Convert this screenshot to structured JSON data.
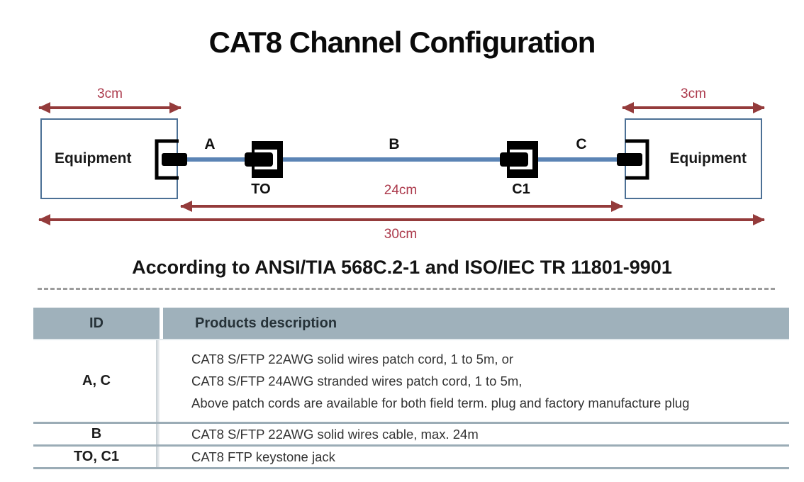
{
  "title": "CAT8 Channel Configuration",
  "standard_note": "According to ANSI/TIA 568C.2-1 and ISO/IEC TR 11801-9901",
  "colors": {
    "dimension_arrow": "#943B3B",
    "dimension_label": "#AC3A4C",
    "cable_blue": "#5B84B5",
    "equipment_border": "#4C7095",
    "table_header_bg": "#9FB1BB",
    "row_separator": "#9BACB6"
  },
  "diagram": {
    "equipment_left_label": "Equipment",
    "equipment_right_label": "Equipment",
    "segment_a_label": "A",
    "segment_b_label": "B",
    "segment_c_label": "C",
    "connector_to_label": "TO",
    "connector_c1_label": "C1",
    "dim_left_equipment": "3cm",
    "dim_right_equipment": "3cm",
    "dim_permanent_link": "24cm",
    "dim_total_channel": "30cm"
  },
  "table": {
    "headers": {
      "id": "ID",
      "description": "Products description"
    },
    "rows": [
      {
        "id": "A, C",
        "description": [
          "CAT8 S/FTP 22AWG solid wires patch cord, 1 to 5m, or",
          "CAT8 S/FTP 24AWG stranded wires patch cord, 1 to 5m,",
          "Above patch cords are available for both field term. plug and factory manufacture plug"
        ]
      },
      {
        "id": "B",
        "description": [
          "CAT8 S/FTP 22AWG solid wires cable, max. 24m"
        ]
      },
      {
        "id": "TO, C1",
        "description": [
          "CAT8 FTP keystone jack"
        ]
      }
    ]
  }
}
